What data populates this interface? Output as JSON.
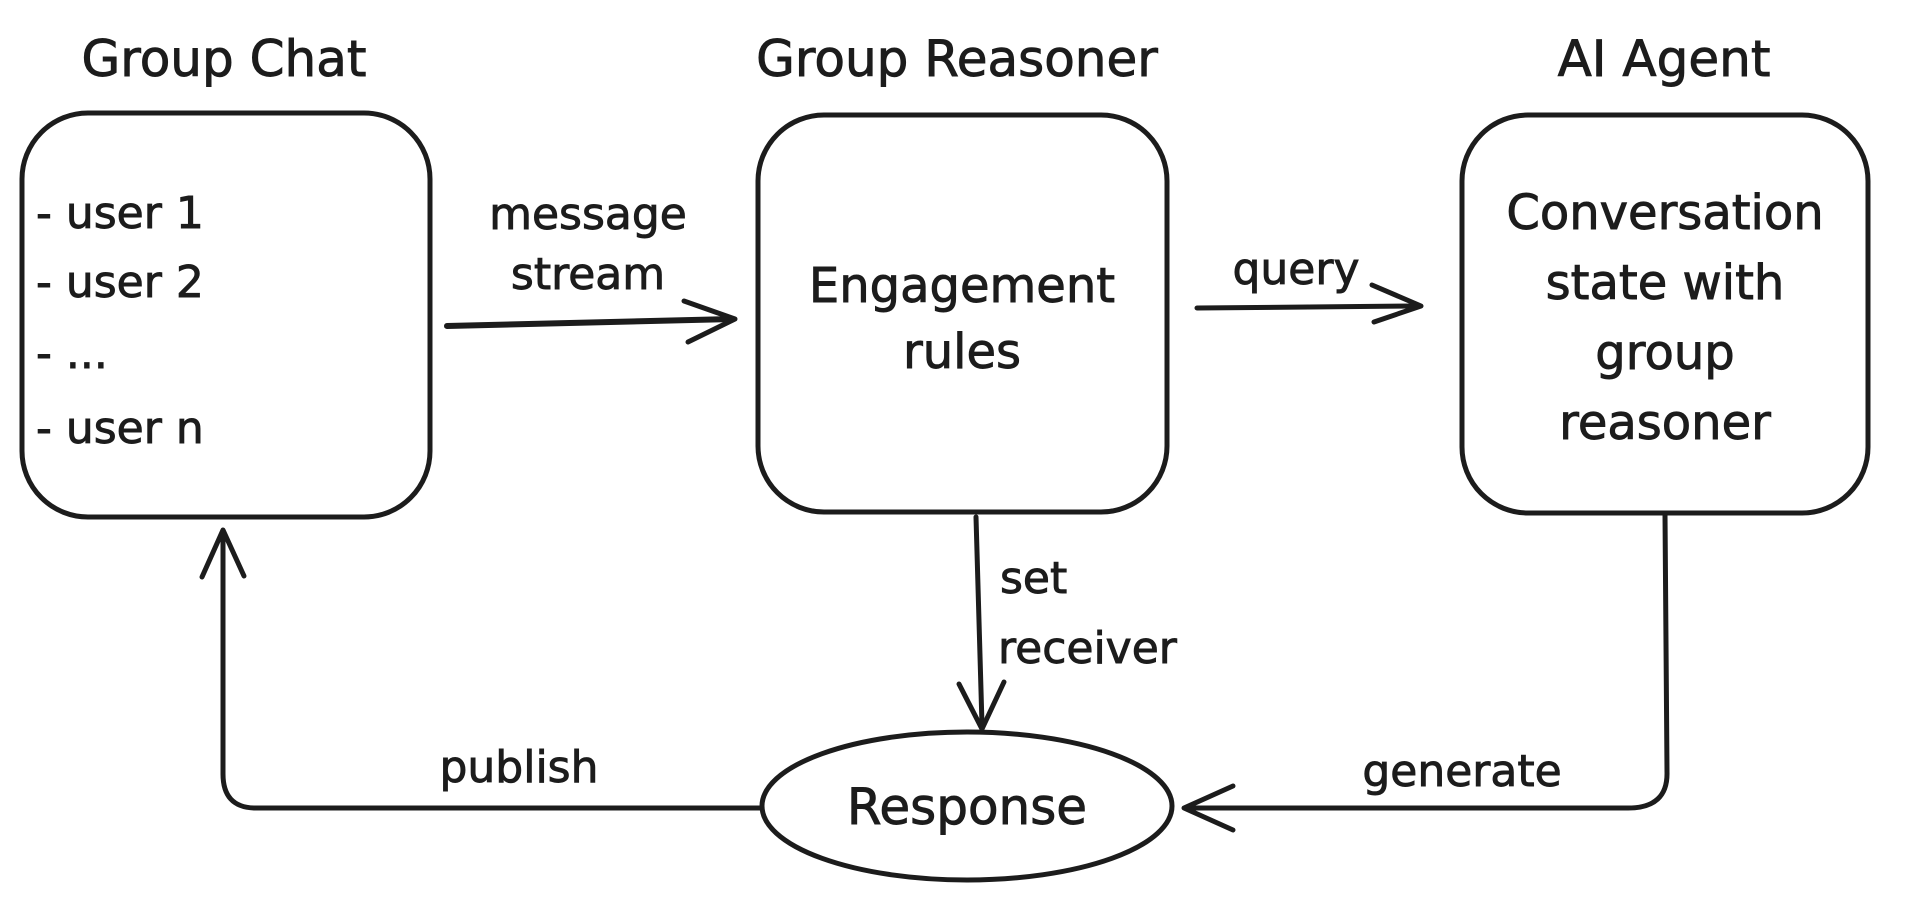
{
  "diagram": {
    "type": "flowchart",
    "background": "#ffffff",
    "ink": "#1c1c1c",
    "nodes": {
      "group_chat": {
        "title": "Group Chat",
        "shape": "rounded-rectangle",
        "items": [
          "- user 1",
          "- user 2",
          "- ...",
          "- user n"
        ]
      },
      "group_reasoner": {
        "title": "Group Reasoner",
        "shape": "rounded-rectangle",
        "lines": [
          "Engagement",
          "rules"
        ]
      },
      "ai_agent": {
        "title": "AI Agent",
        "shape": "rounded-rectangle",
        "lines": [
          "Conversation",
          "state with",
          "group",
          "reasoner"
        ]
      },
      "response": {
        "label": "Response",
        "shape": "ellipse"
      }
    },
    "edges": {
      "message_stream": {
        "from": "Group Chat",
        "to": "Group Reasoner",
        "lines": [
          "message",
          "stream"
        ]
      },
      "query": {
        "from": "Group Reasoner",
        "to": "AI Agent",
        "label": "query"
      },
      "set_receiver": {
        "from": "Group Reasoner",
        "to": "Response",
        "lines": [
          "set",
          "receiver"
        ]
      },
      "generate": {
        "from": "AI Agent",
        "to": "Response",
        "label": "generate"
      },
      "publish": {
        "from": "Response",
        "to": "Group Chat",
        "label": "publish"
      }
    }
  }
}
